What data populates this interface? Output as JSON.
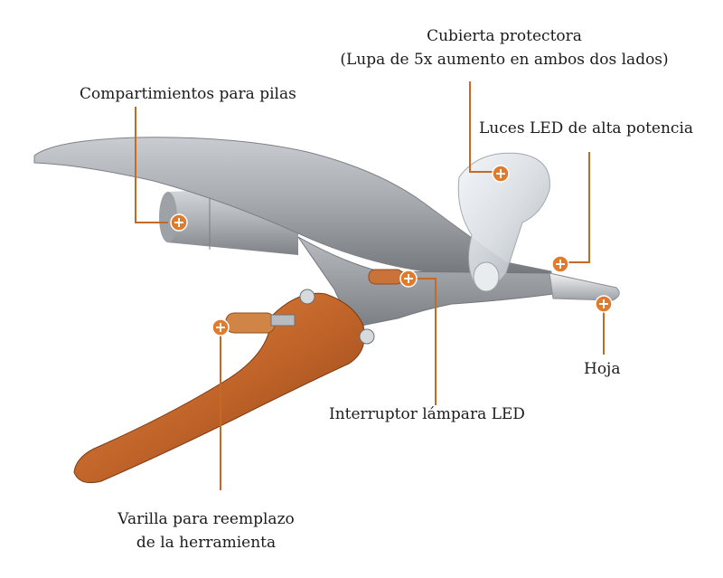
{
  "colors": {
    "handle_orange": "#c26a2a",
    "body_silver": "#9fa3a8",
    "leader_orange": "#c46a26",
    "marker_orange": "#e07a2c",
    "text": "#1c1c1c"
  },
  "labels": {
    "battery": "Compartimientos para pilas",
    "cover_line1": "Cubierta protectora",
    "cover_line2": "(Lupa de 5x aumento en ambos dos lados)",
    "led_lights": "Luces LED de alta potencia",
    "blade": "Hoja",
    "switch": "Interruptor lámpara LED",
    "rod_line1": "Varilla para reemplazo",
    "rod_line2": "de la herramienta"
  },
  "icons": {
    "marker": "plus-circle-icon"
  }
}
